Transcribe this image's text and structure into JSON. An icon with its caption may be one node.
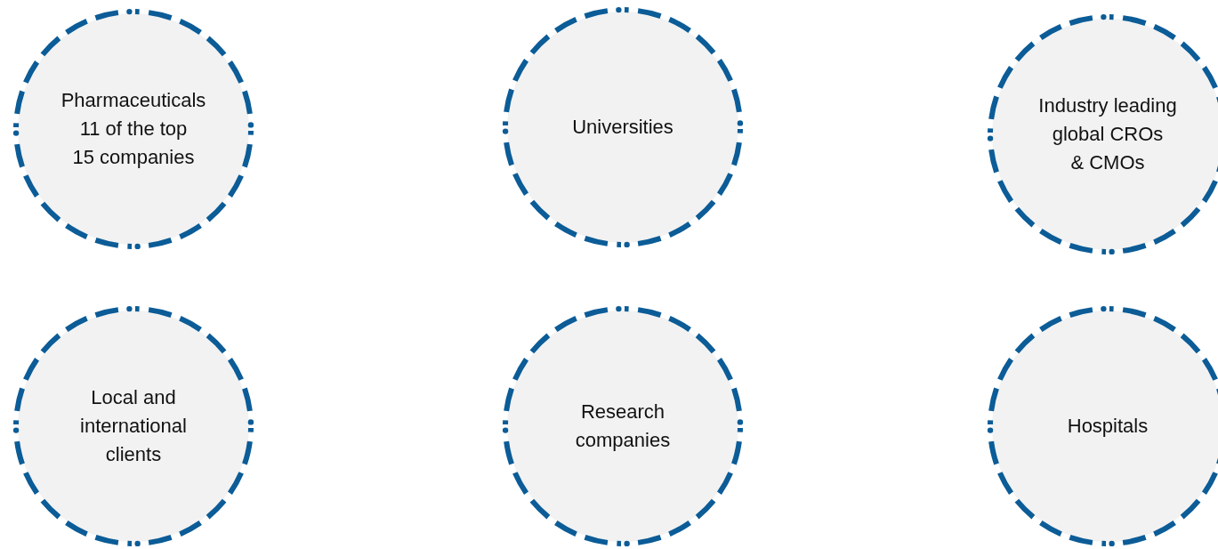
{
  "diagram": {
    "nodes": [
      {
        "text": [
          "Pharmaceuticals 11 of the top 15 companies"
        ]
      },
      {
        "text": [
          "Universities"
        ]
      },
      {
        "text": [
          "Industry leading global CROs & CMOs"
        ]
      },
      {
        "text": [
          "Local and international clients"
        ]
      },
      {
        "text": [
          "Research companies"
        ]
      },
      {
        "text": [
          "Hospitals"
        ]
      }
    ]
  }
}
